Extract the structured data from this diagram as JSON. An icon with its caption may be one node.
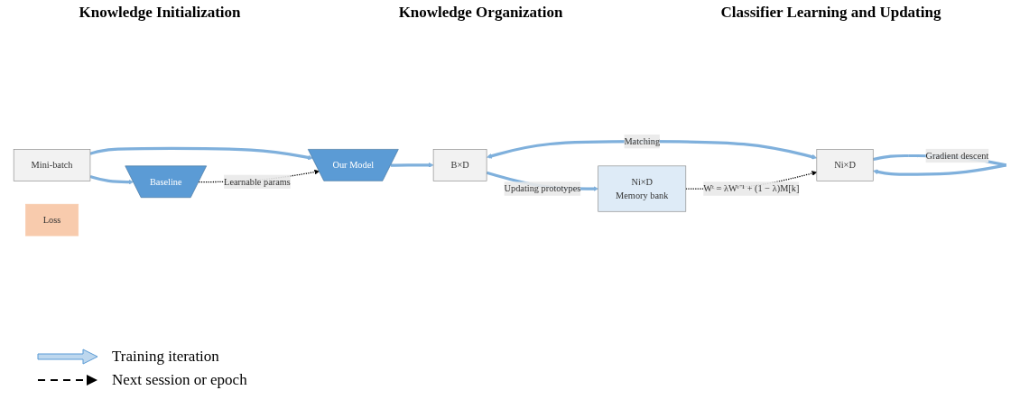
{
  "diagram": {
    "nodes": [
      {
        "text": [
          "Mini-batch"
        ]
      },
      {
        "text": [
          "Our Model"
        ]
      },
      {
        "text": [
          "Baseline"
        ]
      },
      {
        "text": [
          "B×D"
        ]
      },
      {
        "text": [
          "Ni×D"
        ]
      },
      {
        "text": [
          "Ni×D",
          "Memory bank"
        ]
      },
      {
        "text": [
          "Loss"
        ]
      }
    ],
    "edges": [
      {
        "from": 0,
        "to": 1,
        "arrow": "to"
      },
      {
        "from": 0,
        "to": 2,
        "arrow": "to"
      },
      {
        "from": 1,
        "to": 3,
        "arrow": "to"
      },
      {
        "from": 3,
        "to": 4,
        "arrow": "both",
        "label": "Matching"
      },
      {
        "from": 3,
        "to": 5,
        "arrow": "to",
        "label": "Updating prototypes"
      },
      {
        "from": 2,
        "to": 1,
        "arrow": "to",
        "style": "dashed",
        "color": "#000000",
        "label": "Learnable params"
      },
      {
        "from": 5,
        "to": 4,
        "arrow": "to",
        "style": "dashed",
        "color": "#000000",
        "label": "Wᵗ = λWᵗ⁻¹ + (1 − λ)M[k]"
      },
      {
        "from": 4,
        "to": 4,
        "arrow": "to",
        "label": "Gradient descent"
      }
    ],
    "labels": [
      "Knowledge Initialization",
      "Knowledge Organization",
      "Classifier Learning and Updating"
    ],
    "legend": [
      {
        "text": "Training iteration"
      },
      {
        "text": "Next session or epoch"
      }
    ]
  }
}
